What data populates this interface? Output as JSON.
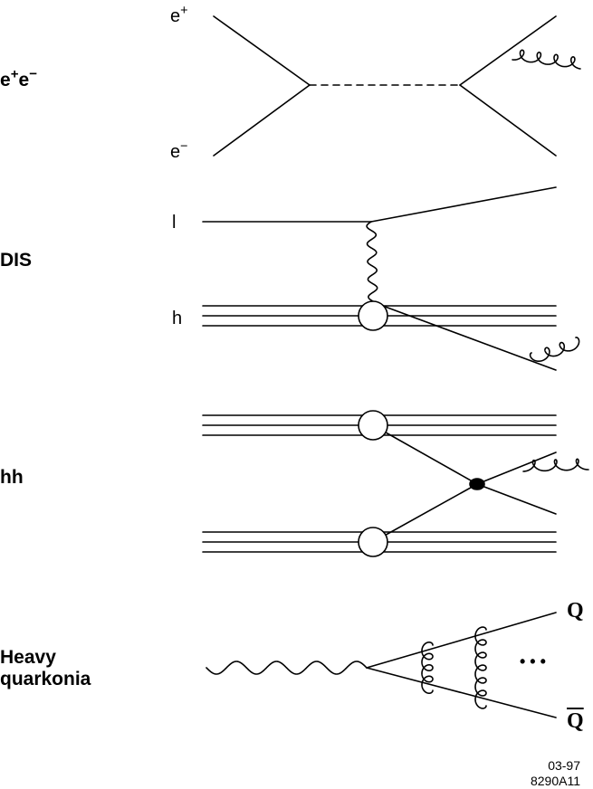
{
  "rows": {
    "ee": {
      "label_base": "e",
      "label_sup1": "+",
      "label_base2": "e",
      "label_sup2": "−"
    },
    "dis": {
      "label": "DIS"
    },
    "hh": {
      "label": "hh"
    },
    "heavy": {
      "label_line1": "Heavy",
      "label_line2": "quarkonia"
    }
  },
  "particles": {
    "e_plus": {
      "base": "e",
      "sup": "+"
    },
    "e_minus": {
      "base": "e",
      "sup": "−"
    },
    "lepton": "l",
    "hadron": "h",
    "quark": "Q",
    "antiquark": "Q",
    "ellipsis": "• • •"
  },
  "figure_code": {
    "line1": "03-97",
    "line2": "8290A11"
  }
}
